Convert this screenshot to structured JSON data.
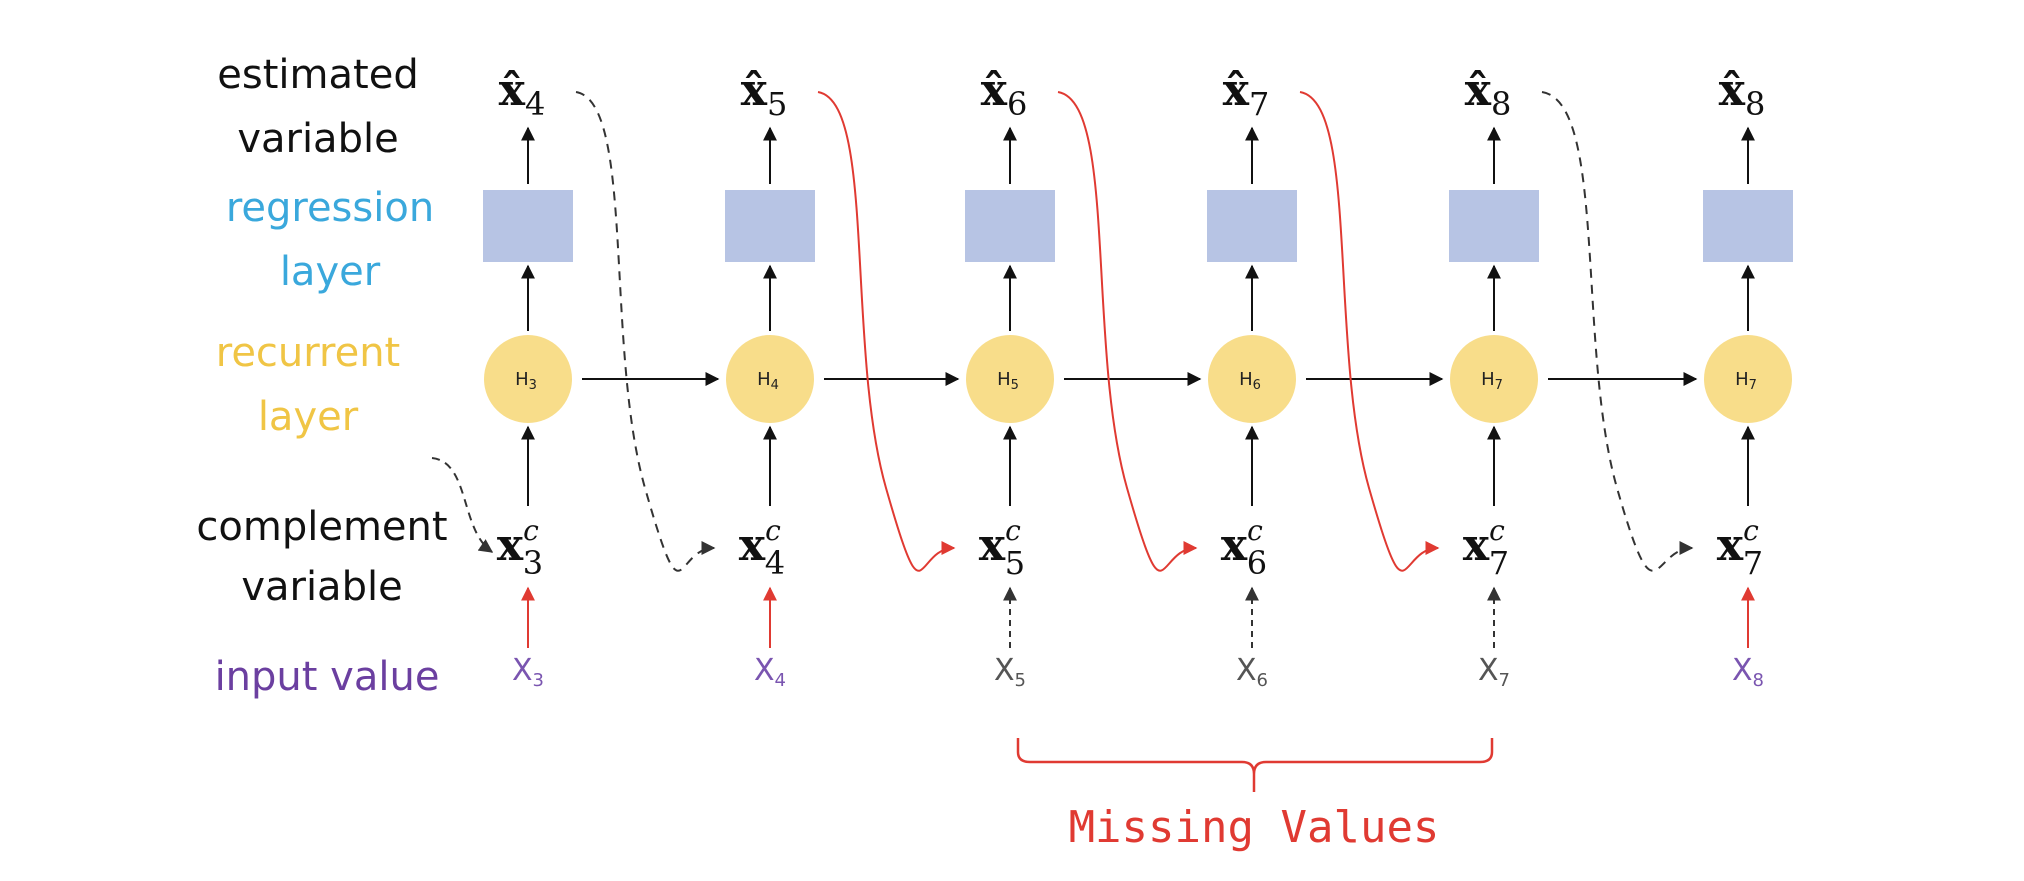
{
  "labels": {
    "estimated": [
      "estimated",
      "variable"
    ],
    "regression": [
      "regression",
      "layer"
    ],
    "recurrent": [
      "recurrent",
      "layer"
    ],
    "complement": [
      "complement",
      "variable"
    ],
    "input": "input value"
  },
  "steps": [
    {
      "estimate": "4",
      "hidden": "3",
      "complement": "3",
      "input": "3",
      "observed": true
    },
    {
      "estimate": "5",
      "hidden": "4",
      "complement": "4",
      "input": "4",
      "observed": true
    },
    {
      "estimate": "6",
      "hidden": "5",
      "complement": "5",
      "input": "5",
      "observed": false
    },
    {
      "estimate": "7",
      "hidden": "6",
      "complement": "6",
      "input": "6",
      "observed": false
    },
    {
      "estimate": "8",
      "hidden": "7",
      "complement": "7",
      "input": "7",
      "observed": false
    },
    {
      "estimate": "8",
      "hidden": "7",
      "complement": "7",
      "input": "8",
      "observed": true
    }
  ],
  "missing_label": "Missing Values",
  "colors": {
    "regression_box": "#b7c4e4",
    "recurrent_node": "#f8dd8a",
    "regression_text": "#3aa8dc",
    "recurrent_text": "#f0c545",
    "input_text": "#6b3fa0",
    "observed_input": "#7a55b0",
    "missing_input": "#555555",
    "red_arrow": "#e03a32",
    "missing_label": "#e03a32",
    "dashed_arrow": "#333333"
  }
}
